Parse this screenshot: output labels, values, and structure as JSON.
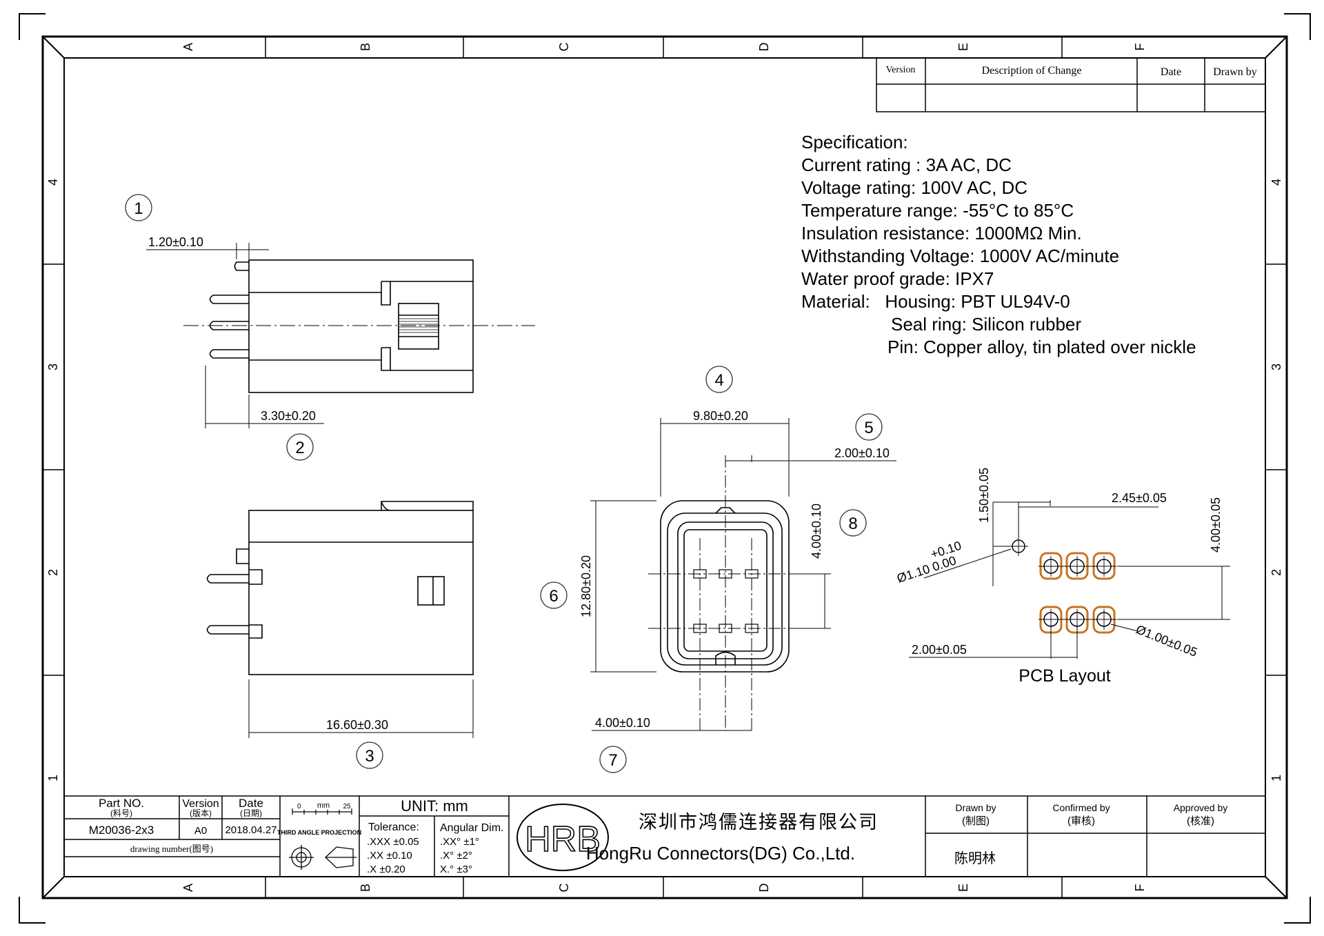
{
  "zones": {
    "columns": [
      "A",
      "B",
      "C",
      "D",
      "E",
      "F"
    ],
    "rows": [
      "4",
      "3",
      "2",
      "1"
    ]
  },
  "revision_table": {
    "headers": [
      "Version",
      "Description of Change",
      "Date",
      "Drawn by"
    ]
  },
  "specification": {
    "heading": "Specification:",
    "lines": [
      "Current rating : 3A AC, DC",
      "Voltage rating: 100V AC, DC",
      "Temperature range: -55°C to 85°C",
      "Insulation resistance: 1000MΩ Min.",
      "Withstanding Voltage: 1000V AC/minute",
      "Water proof grade: IPX7",
      "Material:   Housing: PBT UL94V-0",
      "Seal ring: Silicon rubber",
      "Pin: Copper alloy, tin plated over nickle"
    ]
  },
  "balloons": [
    "1",
    "2",
    "3",
    "4",
    "5",
    "6",
    "7",
    "8"
  ],
  "dimensions": {
    "d1": "1.20±0.10",
    "d2": "3.30±0.20",
    "d3": "16.60±0.30",
    "d4": "9.80±0.20",
    "d5": "2.00±0.10",
    "d6": "12.80±0.20",
    "d7": "4.00±0.10",
    "d8": "4.00±0.10",
    "pcb_vertical_small": "1.50±0.05",
    "pcb_pitch_top": "2.45±0.05",
    "pcb_height": "4.00±0.05",
    "pcb_hole_plus": "+0.10",
    "pcb_hole": "Ø1.10 0.00",
    "pcb_pitch_bottom": "2.00±0.05",
    "pcb_pad": "Ø1.00±0.05"
  },
  "pcb_layout_label": "PCB Layout",
  "title_block": {
    "part_no_label": "Part NO.",
    "part_no_cn": "(料号)",
    "version_label": "Version",
    "version_cn": "(版本)",
    "date_label": "Date",
    "date_cn": "(日期)",
    "part_no": "M20036-2x3",
    "version": "A0",
    "date": "2018.04.27",
    "drawing_number_label": "drawing number(图号)",
    "scale_zero": "0",
    "scale_unit": "mm",
    "scale_max": "25",
    "projection": "THIRD ANGLE PROJECTION",
    "unit": "UNIT: mm",
    "tolerance_title": "Tolerance:",
    "tolerances": [
      ".XXX ±0.05",
      ".XX   ±0.10",
      ".X     ±0.20"
    ],
    "angular_title": "Angular Dim.",
    "angular": [
      ".XX°  ±1°",
      ".X°    ±2°",
      "X.°     ±3°"
    ],
    "logo": "HRB",
    "company_cn": "深圳市鸿儒连接器有限公司",
    "company_en": "HongRu Connectors(DG) Co.,Ltd.",
    "drawn_by_label": "Drawn by",
    "drawn_by_cn": "(制图)",
    "confirmed_by_label": "Confirmed by",
    "confirmed_by_cn": "(审核)",
    "approved_by_label": "Approved by",
    "approved_by_cn": "(核准)",
    "drawn_by_name": "陈明林"
  },
  "colors": {
    "line": "#000000",
    "pad": "#c8741e"
  }
}
